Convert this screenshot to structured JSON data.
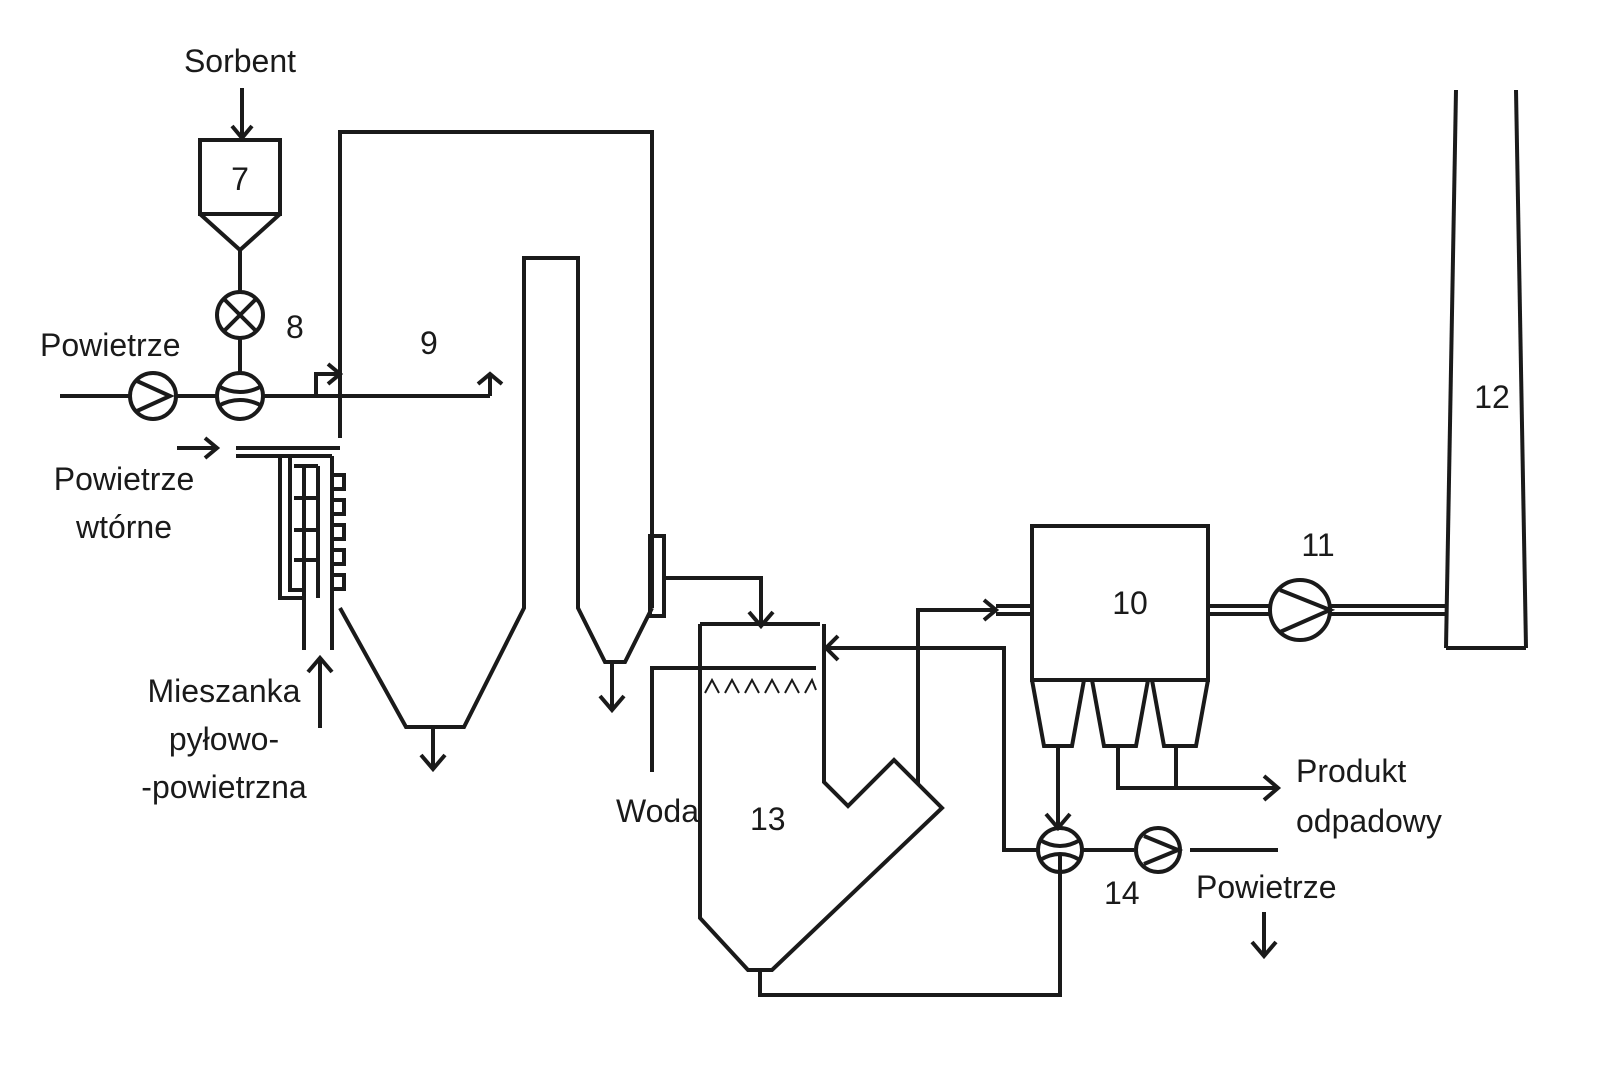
{
  "labels": {
    "sorbent": "Sorbent",
    "air_primary": "Powietrze",
    "air_secondary_line1": "Powietrze",
    "air_secondary_line2": "wtórne",
    "mixture_line1": "Mieszanka",
    "mixture_line2": "pyłowo-",
    "mixture_line3": "-powietrzna",
    "water": "Woda",
    "product_line1": "Produkt",
    "product_line2": "odpadowy",
    "air_right": "Powietrze"
  },
  "numbers": {
    "n7": "7",
    "n8": "8",
    "n9": "9",
    "n10": "10",
    "n11": "11",
    "n12": "12",
    "n13": "13",
    "n14": "14"
  },
  "colors": {
    "stroke": "#1a1a1a",
    "background": "#ffffff"
  }
}
